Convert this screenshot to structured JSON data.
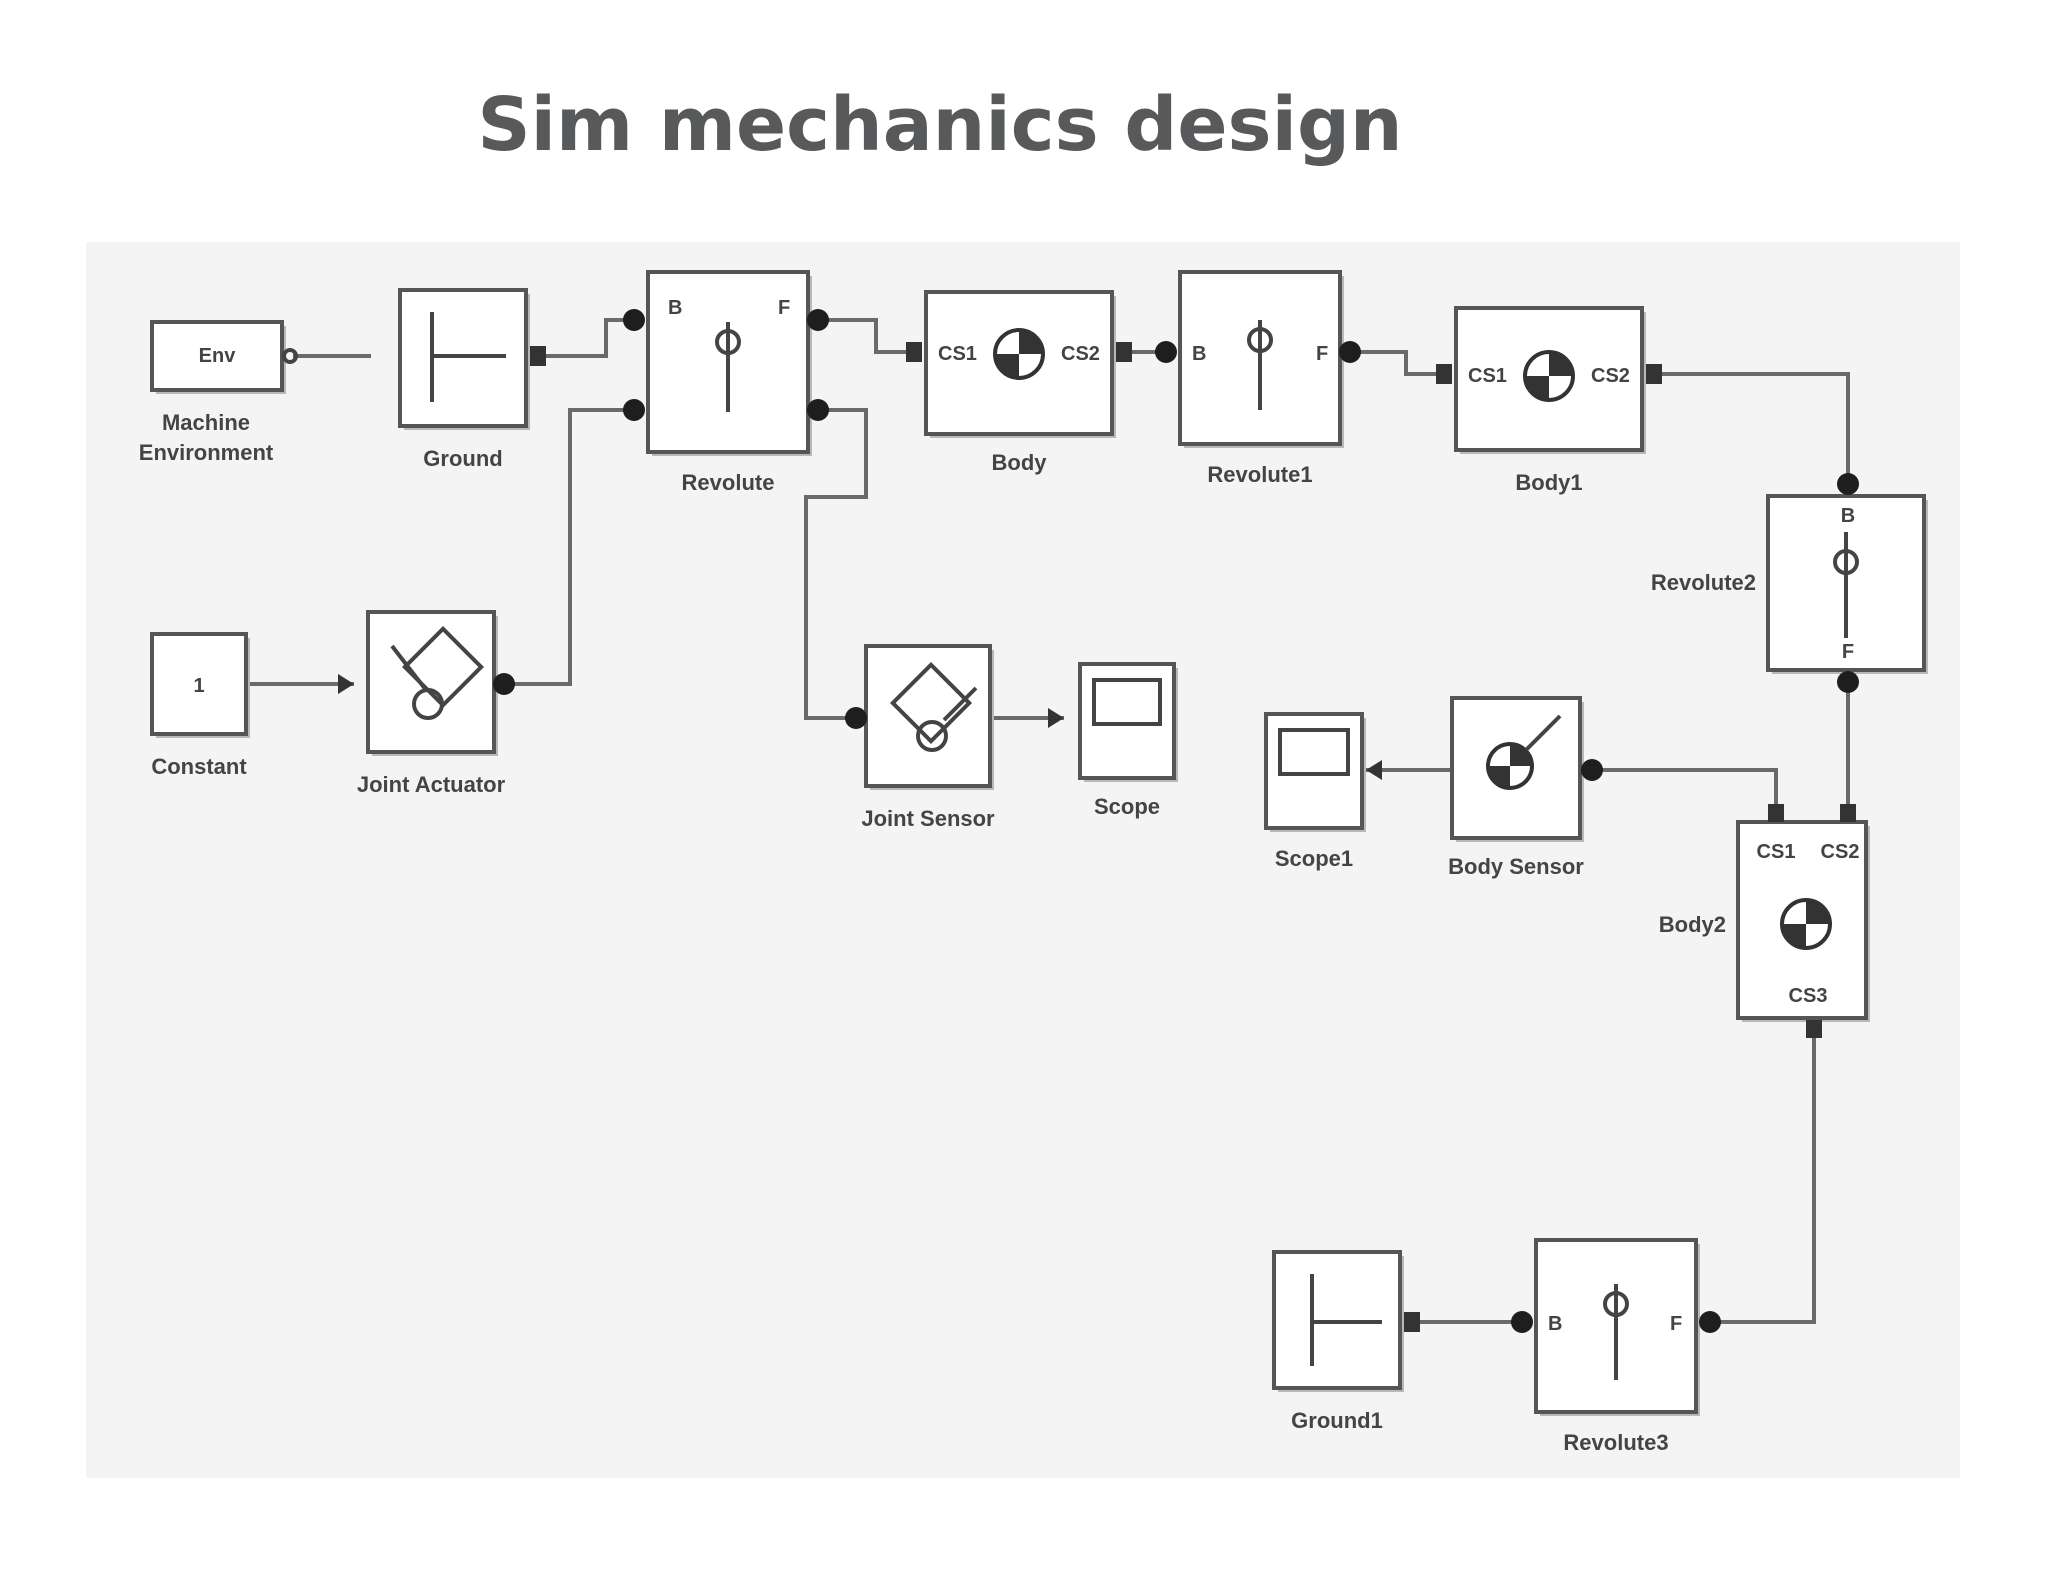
{
  "title": "Sim mechanics design",
  "blocks": {
    "machine_env": {
      "text": "Env",
      "label_line1": "Machine",
      "label_line2": "Environment"
    },
    "ground": {
      "label": "Ground"
    },
    "revolute": {
      "label": "Revolute",
      "port_b": "B",
      "port_f": "F"
    },
    "body": {
      "label": "Body",
      "port_cs1": "CS1",
      "port_cs2": "CS2"
    },
    "revolute1": {
      "label": "Revolute1",
      "port_b": "B",
      "port_f": "F"
    },
    "body1": {
      "label": "Body1",
      "port_cs1": "CS1",
      "port_cs2": "CS2"
    },
    "revolute2": {
      "label": "Revolute2",
      "port_b": "B",
      "port_f": "F"
    },
    "constant": {
      "text": "1",
      "label": "Constant"
    },
    "joint_actuator": {
      "label": "Joint Actuator"
    },
    "joint_sensor": {
      "label": "Joint Sensor"
    },
    "scope": {
      "label": "Scope"
    },
    "scope1": {
      "label": "Scope1"
    },
    "body_sensor": {
      "label": "Body Sensor"
    },
    "body2": {
      "label": "Body2",
      "port_cs1": "CS1",
      "port_cs2": "CS2",
      "port_cs3": "CS3"
    },
    "ground1": {
      "label": "Ground1"
    },
    "revolute3": {
      "label": "Revolute3",
      "port_b": "B",
      "port_f": "F"
    }
  },
  "colors": {
    "block_border": "#555555",
    "wire": "#6a6a6a",
    "port": "#1e1e1e",
    "panel": "#f4f4f4",
    "title": "#58595b"
  }
}
